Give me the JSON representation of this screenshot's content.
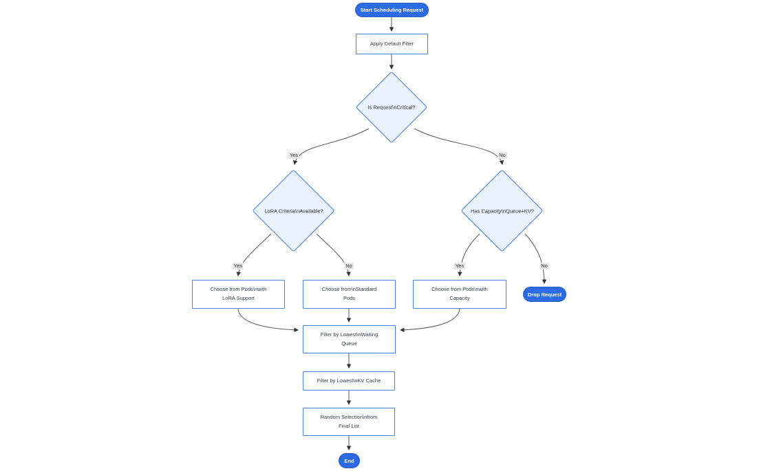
{
  "diagram": {
    "title_hint": "Scheduling request flowchart",
    "nodes": {
      "start": {
        "lines": [
          "Start Scheduling Request"
        ]
      },
      "apply_filter": {
        "lines": [
          "Apply Default Filter"
        ]
      },
      "is_critical": {
        "lines": [
          "Is Request\\nCritical?"
        ]
      },
      "lora_criteria": {
        "lines": [
          "LoRA Criteria\\nAvailable?"
        ]
      },
      "has_capacity": {
        "lines": [
          "Has Capacity\\nQueue+KV?"
        ]
      },
      "pods_lora": {
        "lines": [
          "Choose from Pods\\nwith",
          "LoRA Support"
        ]
      },
      "pods_standard": {
        "lines": [
          "Choose from\\nStandard",
          "Pods"
        ]
      },
      "pods_capacity": {
        "lines": [
          "Choose from Pods\\nwith",
          "Capacity"
        ]
      },
      "drop_request": {
        "lines": [
          "Drop Request"
        ]
      },
      "filter_queue": {
        "lines": [
          "Filter by Lowest\\nWaiting",
          "Queue"
        ]
      },
      "filter_kv": {
        "lines": [
          "Filter by Lowest\\nKV Cache"
        ]
      },
      "random_selection": {
        "lines": [
          "Random Selection\\nfrom",
          "Final List"
        ]
      },
      "end": {
        "lines": [
          "End"
        ]
      }
    },
    "edge_labels": {
      "critical_yes": "Yes",
      "critical_no": "No",
      "lora_yes": "Yes",
      "lora_no": "No",
      "capacity_yes": "Yes",
      "capacity_no": "No"
    },
    "colors": {
      "pill_fill": "#2c6be2",
      "pill_text": "#ffffff",
      "node_border": "#4a80e0",
      "diamond_border": "#3e79da",
      "diamond_fill": "#e9f1fc",
      "node_fill": "#ffffff",
      "node_text": "#333a45",
      "edge_line": "#555555",
      "arrowhead": "#333333",
      "edge_label_bg": "#e8e8e8"
    }
  }
}
